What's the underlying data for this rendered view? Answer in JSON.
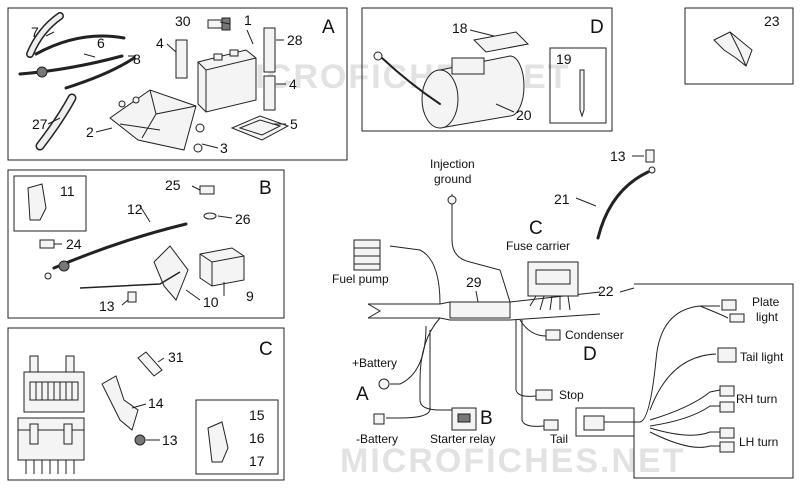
{
  "watermark": "MICROFICHES.NET",
  "sections": {
    "A": "A",
    "B": "B",
    "C": "C",
    "D": "D"
  },
  "parts": {
    "p1": "1",
    "p2": "2",
    "p3": "3",
    "p4a": "4",
    "p4b": "4",
    "p5": "5",
    "p6": "6",
    "p7": "7",
    "p8": "8",
    "p9": "9",
    "p10": "10",
    "p11": "11",
    "p12": "12",
    "p13a": "13",
    "p13b": "13",
    "p13c": "13",
    "p14": "14",
    "p15": "15",
    "p16": "16",
    "p17": "17",
    "p18": "18",
    "p19": "19",
    "p20": "20",
    "p21": "21",
    "p22": "22",
    "p23": "23",
    "p24": "24",
    "p25": "25",
    "p26": "26",
    "p27": "27",
    "p28": "28",
    "p29": "29",
    "p30": "30",
    "p31": "31"
  },
  "labels": {
    "injection_ground_1": "Injection",
    "injection_ground_2": "ground",
    "fuse_carrier": "Fuse carrier",
    "fuel_pump": "Fuel pump",
    "plate_light_1": "Plate",
    "plate_light_2": "light",
    "tail_light": "Tail light",
    "condenser": "Condenser",
    "battery_plus": "+Battery",
    "battery_minus": "-Battery",
    "stop": "Stop",
    "rh_turn": "RH turn",
    "lh_turn": "LH turn",
    "starter_relay": "Starter relay",
    "tail": "Tail",
    "conn_A": "A",
    "conn_B": "B",
    "conn_C": "C",
    "conn_D": "D"
  }
}
